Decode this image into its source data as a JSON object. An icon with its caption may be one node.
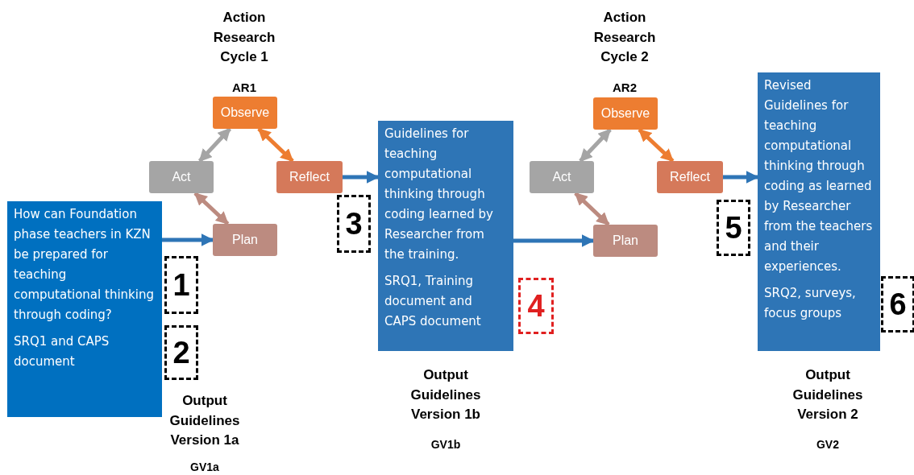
{
  "diagram": {
    "nodes": [
      {
        "text": [
          "How can Foundation phase teachers in KZN be prepared for teaching computational thinking through coding?",
          "SRQ1 and CAPS document"
        ]
      },
      {
        "text": [
          "Act"
        ]
      },
      {
        "text": [
          "Observe"
        ]
      },
      {
        "text": [
          "Reflect"
        ]
      },
      {
        "text": [
          "Plan"
        ]
      },
      {
        "text": [
          "Guidelines for teaching computational thinking through coding learned by Researcher from the training.",
          "SRQ1, Training document and CAPS document"
        ]
      },
      {
        "text": [
          "Act"
        ]
      },
      {
        "text": [
          "Observe"
        ]
      },
      {
        "text": [
          "Reflect"
        ]
      },
      {
        "text": [
          "Plan"
        ]
      },
      {
        "text": [
          "Revised Guidelines for teaching computational thinking through coding as learned by Researcher from the teachers and their experiences.",
          "SRQ2, surveys, focus groups"
        ]
      },
      {
        "text": [
          "1"
        ]
      },
      {
        "text": [
          "2"
        ]
      },
      {
        "text": [
          "3"
        ]
      },
      {
        "text": [
          "4"
        ]
      },
      {
        "text": [
          "5"
        ]
      },
      {
        "text": [
          "6"
        ]
      }
    ],
    "edges": [
      {
        "from": 1,
        "to": 2,
        "arrow": "both",
        "color": "#a5a5a5"
      },
      {
        "from": 2,
        "to": 3,
        "arrow": "both",
        "color": "#ed7d31"
      },
      {
        "from": 1,
        "to": 4,
        "arrow": "both",
        "color": "#bc8b80"
      },
      {
        "from": 0,
        "to": 4,
        "arrow": "to",
        "color": "#2e75b6"
      },
      {
        "from": 3,
        "to": 5,
        "arrow": "to",
        "color": "#2e75b6"
      },
      {
        "from": 5,
        "to": 9,
        "arrow": "to",
        "color": "#2e75b6"
      },
      {
        "from": 6,
        "to": 7,
        "arrow": "both",
        "color": "#a5a5a5"
      },
      {
        "from": 7,
        "to": 8,
        "arrow": "both",
        "color": "#ed7d31"
      },
      {
        "from": 6,
        "to": 9,
        "arrow": "both",
        "color": "#bc8b80"
      },
      {
        "from": 8,
        "to": 10,
        "arrow": "to",
        "color": "#2e75b6"
      }
    ],
    "labels": [
      "Action Research Cycle 1",
      "AR1",
      "Action Research Cycle 2",
      "AR2",
      "Output Guidelines Version 1b",
      "GV1b",
      "Output Guidelines Version 2",
      "GV2",
      "Output Guidelines Version 1a",
      "GV1a"
    ]
  }
}
